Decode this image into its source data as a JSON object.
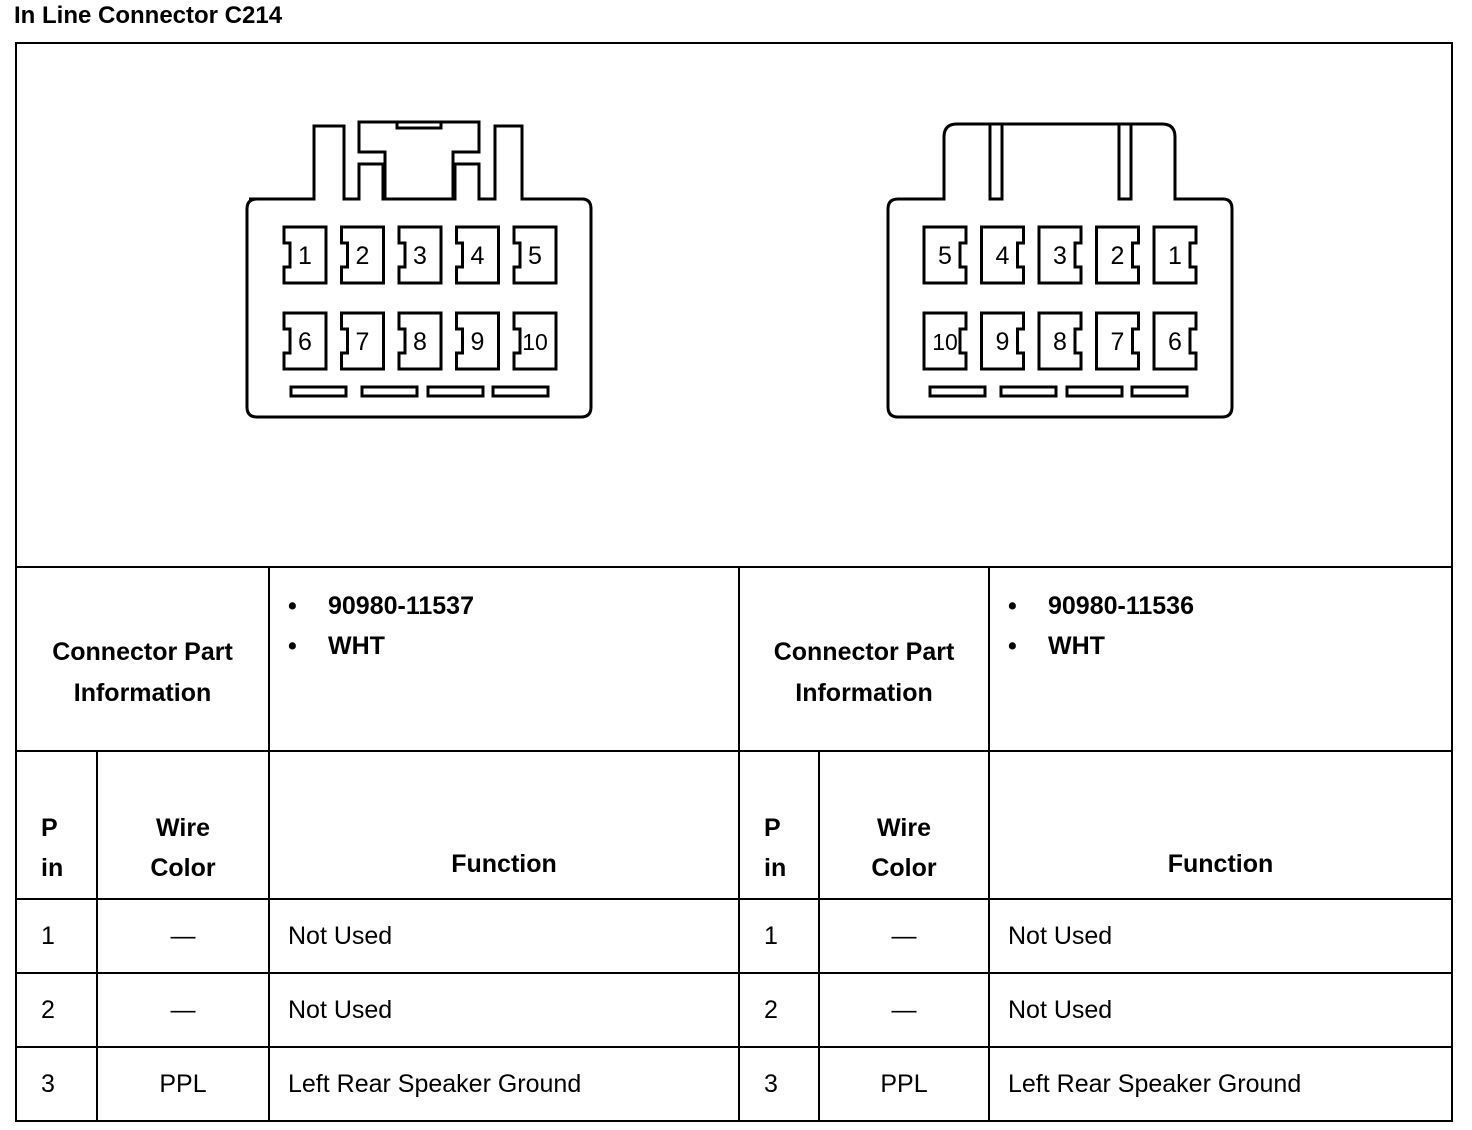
{
  "title": "In Line Connector C214",
  "left_connector": {
    "pins_top": [
      "1",
      "2",
      "3",
      "4",
      "5"
    ],
    "pins_bottom": [
      "6",
      "7",
      "8",
      "9",
      "10"
    ]
  },
  "right_connector": {
    "pins_top": [
      "5",
      "4",
      "3",
      "2",
      "1"
    ],
    "pins_bottom": [
      "10",
      "9",
      "8",
      "7",
      "6"
    ]
  },
  "left_info": {
    "label_line1": "Connector Part",
    "label_line2": "Information",
    "items": [
      "90980-11537",
      "WHT"
    ]
  },
  "right_info": {
    "label_line1": "Connector Part",
    "label_line2": "Information",
    "items": [
      "90980-11536",
      "WHT"
    ]
  },
  "headers": {
    "pin_line1": "P",
    "pin_line2": "in",
    "wire_line1": "Wire",
    "wire_line2": "Color",
    "function": "Function"
  },
  "rows": [
    {
      "pin": "1",
      "wire": "—",
      "function": "Not Used"
    },
    {
      "pin": "2",
      "wire": "—",
      "function": "Not Used"
    },
    {
      "pin": "3",
      "wire": "PPL",
      "function": "Left Rear Speaker Ground"
    }
  ]
}
